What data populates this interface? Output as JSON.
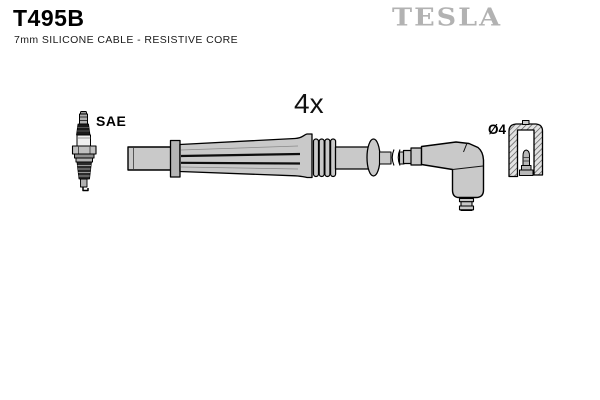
{
  "page": {
    "part_number": "T495B",
    "subtitle": "7mm SILICONE CABLE - RESISTIVE CORE",
    "brand": "TESLA"
  },
  "labels": {
    "quantity": "4x",
    "terminal": "SAE",
    "cap_diameter": "Ø4"
  },
  "drawings": {
    "spark_plug": "spark-plug with SAE terminal nut",
    "ignition_cable": "ignition lead: straight boot with bellows, cable break, 90-degree elbow boot",
    "protective_cap": "cross-section of protective cap with inner 4mm terminal"
  },
  "colors": {
    "background": "#ffffff",
    "brand_gray": "#b2b2b2",
    "part_fill": "#c9c9c9",
    "part_fill_dark": "#8f8f8f",
    "outline": "#000000"
  }
}
